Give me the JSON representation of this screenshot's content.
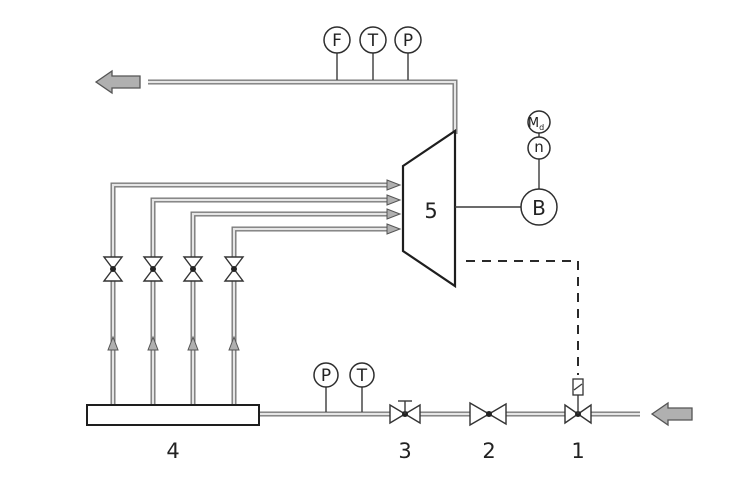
{
  "instruments": {
    "top_f": "F",
    "top_t": "T",
    "top_p": "P",
    "bottom_p": "P",
    "bottom_t": "T",
    "torque_main": "M",
    "torque_sub": "d",
    "speed": "n",
    "brake": "B"
  },
  "component_labels": {
    "turbine": "5",
    "distributor": "4",
    "valve_3": "3",
    "valve_2": "2",
    "valve_1": "1"
  },
  "colors": {
    "pipe_outline": "#7a7a7a",
    "pipe_fill": "#e6e6e6",
    "flow_arrow": "#b0b0b0",
    "line": "#2e2e2e"
  }
}
